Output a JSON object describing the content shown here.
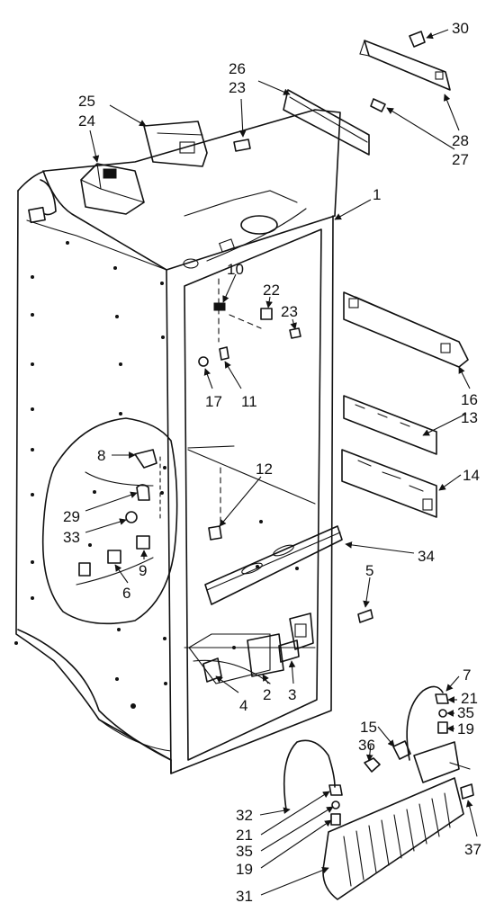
{
  "figure": {
    "callouts": [
      {
        "id": "c30",
        "label": "30"
      },
      {
        "id": "c26",
        "label": "26"
      },
      {
        "id": "c23a",
        "label": "23"
      },
      {
        "id": "c25",
        "label": "25"
      },
      {
        "id": "c24",
        "label": "24"
      },
      {
        "id": "c28",
        "label": "28"
      },
      {
        "id": "c27",
        "label": "27"
      },
      {
        "id": "c1",
        "label": "1"
      },
      {
        "id": "c10",
        "label": "10"
      },
      {
        "id": "c22",
        "label": "22"
      },
      {
        "id": "c23b",
        "label": "23"
      },
      {
        "id": "c17",
        "label": "17"
      },
      {
        "id": "c11",
        "label": "11"
      },
      {
        "id": "c16",
        "label": "16"
      },
      {
        "id": "c13",
        "label": "13"
      },
      {
        "id": "c8",
        "label": "8"
      },
      {
        "id": "c12",
        "label": "12"
      },
      {
        "id": "c14",
        "label": "14"
      },
      {
        "id": "c29",
        "label": "29"
      },
      {
        "id": "c33",
        "label": "33"
      },
      {
        "id": "c9",
        "label": "9"
      },
      {
        "id": "c6",
        "label": "6"
      },
      {
        "id": "c34",
        "label": "34"
      },
      {
        "id": "c5",
        "label": "5"
      },
      {
        "id": "c7",
        "label": "7"
      },
      {
        "id": "c21a",
        "label": "21"
      },
      {
        "id": "c35a",
        "label": "35"
      },
      {
        "id": "c4",
        "label": "4"
      },
      {
        "id": "c2",
        "label": "2"
      },
      {
        "id": "c3",
        "label": "3"
      },
      {
        "id": "c19a",
        "label": "19"
      },
      {
        "id": "c15",
        "label": "15"
      },
      {
        "id": "c36",
        "label": "36"
      },
      {
        "id": "c32",
        "label": "32"
      },
      {
        "id": "c21b",
        "label": "21"
      },
      {
        "id": "c35b",
        "label": "35"
      },
      {
        "id": "c19b",
        "label": "19"
      },
      {
        "id": "c37",
        "label": "37"
      },
      {
        "id": "c31",
        "label": "31"
      }
    ]
  }
}
